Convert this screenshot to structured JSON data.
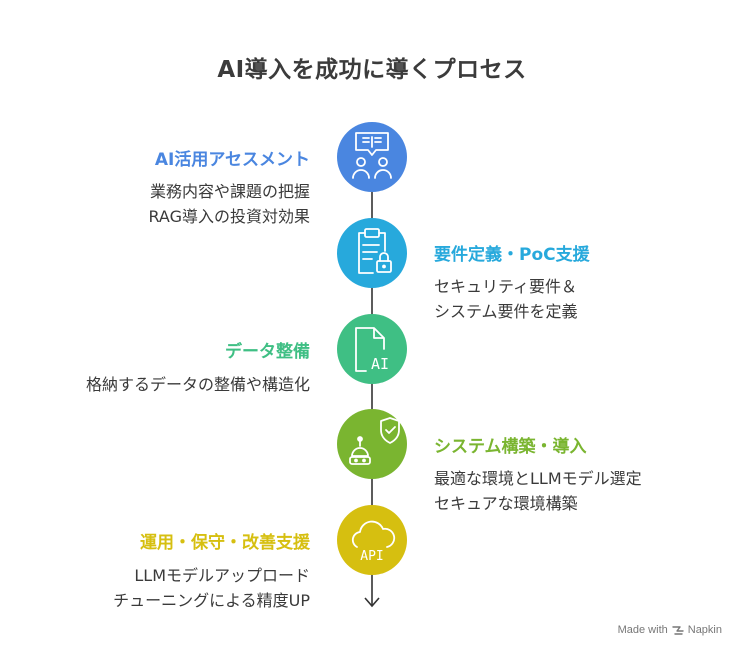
{
  "title": "AI導入を成功に導くプロセス",
  "steps": [
    {
      "title": "AI活用アセスメント",
      "lines": [
        "業務内容や課題の把握",
        "RAG導入の投資対効果"
      ],
      "color": "#4a86e0",
      "icon": "assessment-icon"
    },
    {
      "title": "要件定義・PoC支援",
      "lines": [
        "セキュリティ要件＆",
        "システム要件を定義"
      ],
      "color": "#27a9dc",
      "icon": "requirements-clipboard-icon"
    },
    {
      "title": "データ整備",
      "lines": [
        "格納するデータの整備や構造化"
      ],
      "color": "#3fbf84",
      "icon": "ai-document-icon"
    },
    {
      "title": "システム構築・導入",
      "lines": [
        "最適な環境とLLMモデル選定",
        "セキュアな環境構築"
      ],
      "color": "#7ab530",
      "icon": "robot-shield-icon"
    },
    {
      "title": "運用・保守・改善支援",
      "lines": [
        "LLMモデルアップロード",
        "チューニングによる精度UP"
      ],
      "color": "#d6bf10",
      "icon": "api-cloud-icon"
    }
  ],
  "icon_labels": {
    "ai": "AI",
    "api": "API"
  },
  "credit": "Made with",
  "credit_brand": "Napkin"
}
